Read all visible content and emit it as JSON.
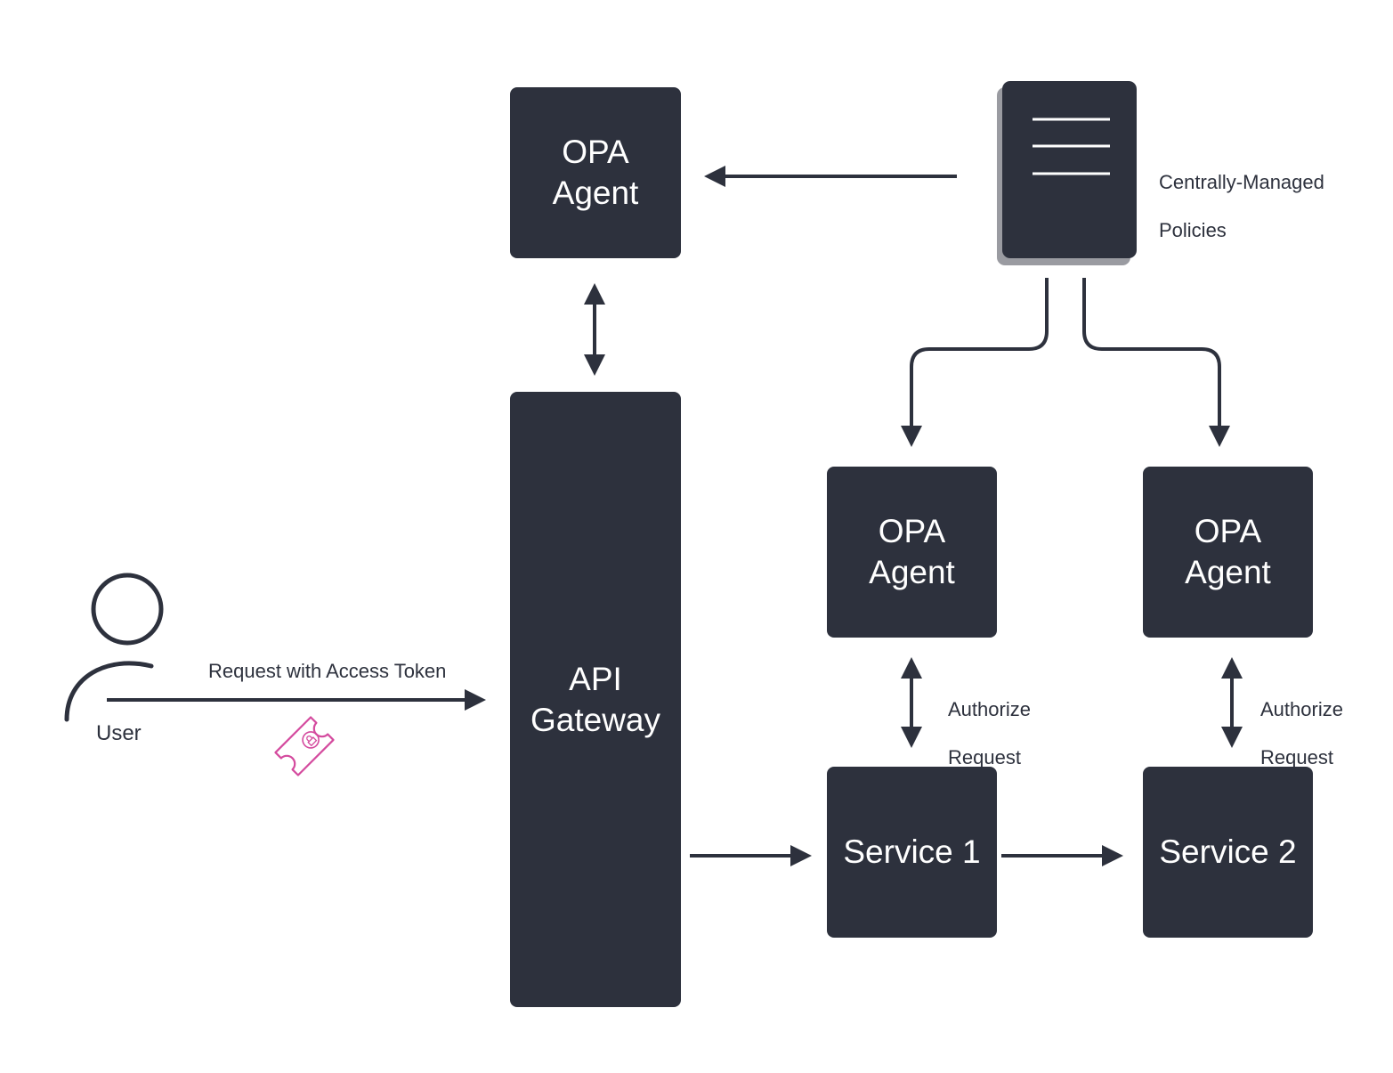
{
  "nodes": {
    "opa_top": {
      "line1": "OPA",
      "line2": "Agent"
    },
    "api_gateway": {
      "line1": "API",
      "line2": "Gateway"
    },
    "opa_middle": {
      "line1": "OPA",
      "line2": "Agent"
    },
    "opa_right": {
      "line1": "OPA",
      "line2": "Agent"
    },
    "service_1": {
      "label": "Service 1"
    },
    "service_2": {
      "label": "Service 2"
    }
  },
  "labels": {
    "policies_line1": "Centrally-Managed",
    "policies_line2": "Policies",
    "user": "User",
    "request": "Request with Access Token",
    "authorize_1_line1": "Authorize",
    "authorize_1_line2": "Request",
    "authorize_2_line1": "Authorize",
    "authorize_2_line2": "Request"
  },
  "colors": {
    "node_fill": "#2d313d",
    "connector": "#2d313d",
    "token_icon": "#d44a9e",
    "document_shadow": "#9a9ba1"
  },
  "icons": {
    "user": "user-icon",
    "token": "access-token-icon",
    "policies": "policy-document-icon"
  }
}
